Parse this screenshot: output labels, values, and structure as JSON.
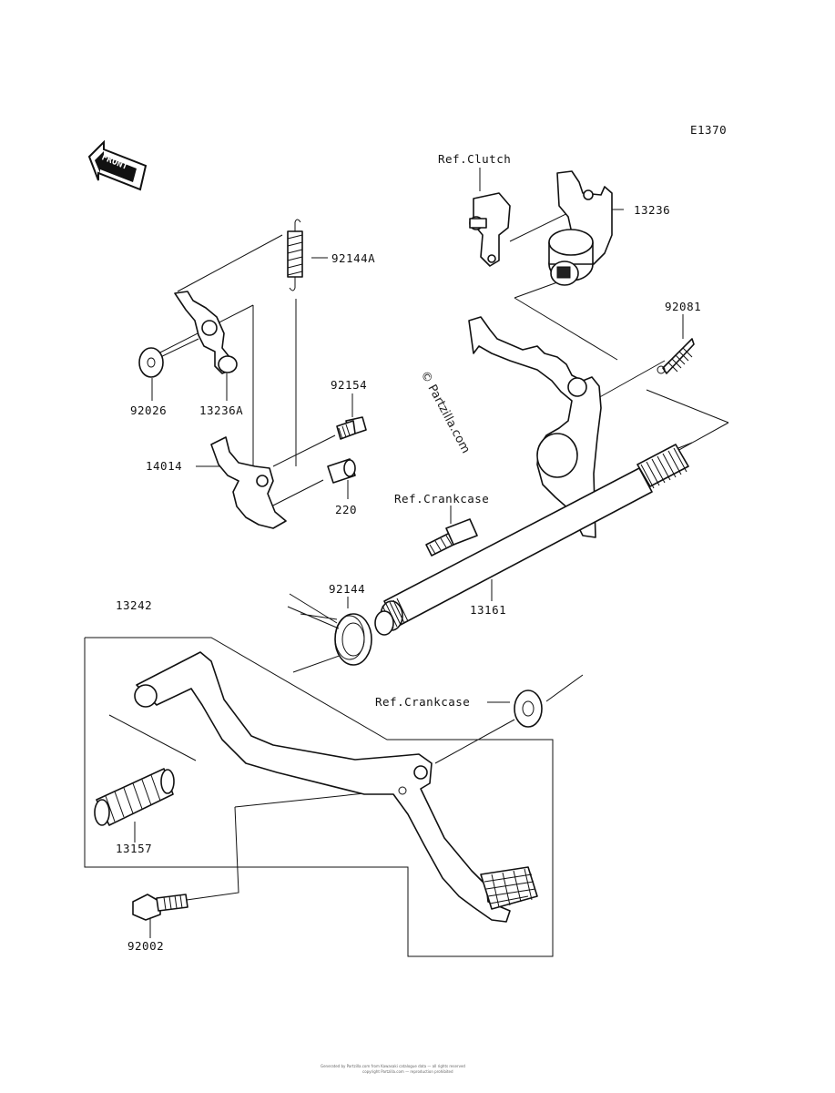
{
  "diagram": {
    "code": "E1370",
    "front_badge": "FRONT",
    "watermark": "© Partzilla.com",
    "footer_line1": "Generated by Partzilla.com from Kawasaki catalogue data — all rights reserved",
    "footer_line2": "copyright Partzilla.com — reproduction prohibited",
    "part_labels": [
      {
        "id": "ref-clutch",
        "text": "Ref.Clutch"
      },
      {
        "id": "p13236",
        "text": "13236"
      },
      {
        "id": "p92144a",
        "text": "92144A"
      },
      {
        "id": "p92081",
        "text": "92081"
      },
      {
        "id": "p92026",
        "text": "92026"
      },
      {
        "id": "p13236a",
        "text": "13236A"
      },
      {
        "id": "p92154",
        "text": "92154"
      },
      {
        "id": "p14014",
        "text": "14014"
      },
      {
        "id": "p220",
        "text": "220"
      },
      {
        "id": "ref-crankcase-1",
        "text": "Ref.Crankcase"
      },
      {
        "id": "p13242",
        "text": "13242"
      },
      {
        "id": "p92144",
        "text": "92144"
      },
      {
        "id": "p13161",
        "text": "13161"
      },
      {
        "id": "ref-crankcase-2",
        "text": "Ref.Crankcase"
      },
      {
        "id": "p13157",
        "text": "13157"
      },
      {
        "id": "p92002",
        "text": "92002"
      }
    ]
  }
}
